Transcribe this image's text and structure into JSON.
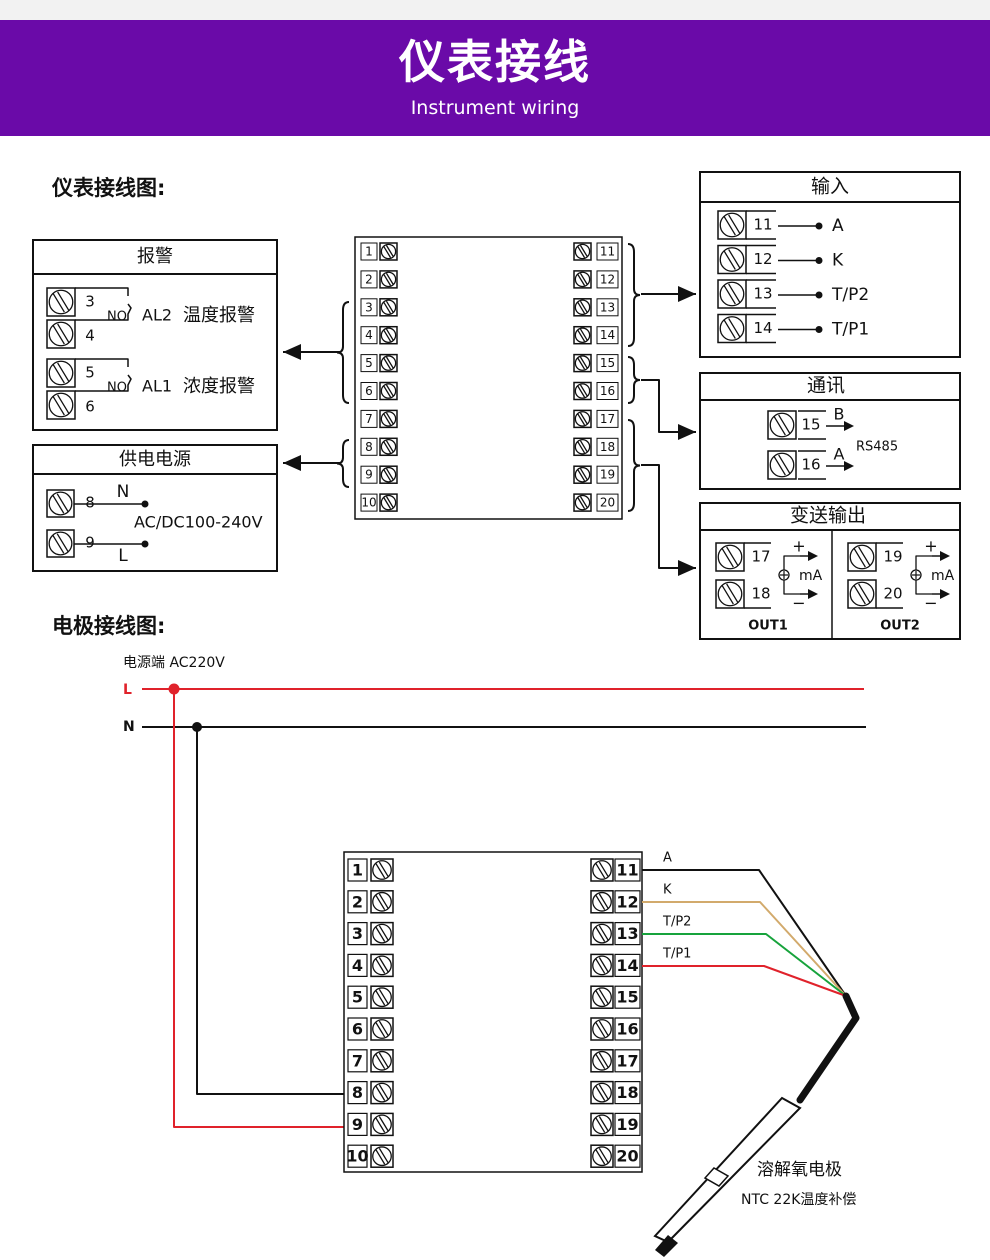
{
  "header": {
    "title": "仪表接线",
    "subtitle": "Instrument wiring"
  },
  "sections": {
    "wiring_title": "仪表接线图:",
    "electrode_title": "电极接线图:"
  },
  "terminal_block": {
    "left": [
      "1",
      "2",
      "3",
      "4",
      "5",
      "6",
      "7",
      "8",
      "9",
      "10"
    ],
    "right": [
      "11",
      "12",
      "13",
      "14",
      "15",
      "16",
      "17",
      "18",
      "19",
      "20"
    ]
  },
  "alarm_box": {
    "title": "报警",
    "rows": [
      {
        "terms": [
          "3",
          "4"
        ],
        "contact": "NO",
        "relay": "AL2",
        "desc": "温度报警"
      },
      {
        "terms": [
          "5",
          "6"
        ],
        "contact": "NO",
        "relay": "AL1",
        "desc": "浓度报警"
      }
    ]
  },
  "power_box": {
    "title": "供电电源",
    "terms": [
      "8",
      "9"
    ],
    "labels": [
      "N",
      "L"
    ],
    "voltage": "AC/DC100-240V"
  },
  "input_box": {
    "title": "输入",
    "rows": [
      {
        "term": "11",
        "label": "A"
      },
      {
        "term": "12",
        "label": "K"
      },
      {
        "term": "13",
        "label": "T/P2"
      },
      {
        "term": "14",
        "label": "T/P1"
      }
    ]
  },
  "comm_box": {
    "title": "通讯",
    "rows": [
      {
        "term": "15",
        "label": "B"
      },
      {
        "term": "16",
        "label": "A"
      }
    ],
    "protocol": "RS485"
  },
  "output_box": {
    "title": "变送输出",
    "channels": [
      {
        "terms": [
          "17",
          "18"
        ],
        "plus": "+",
        "minus": "−",
        "unit": "mA",
        "name": "OUT1"
      },
      {
        "terms": [
          "19",
          "20"
        ],
        "plus": "+",
        "minus": "−",
        "unit": "mA",
        "name": "OUT2"
      }
    ]
  },
  "electrode": {
    "supply_label": "电源端  AC220V",
    "line_L": "L",
    "line_N": "N",
    "wires": [
      {
        "term": "11",
        "label": "A",
        "color": "#111111"
      },
      {
        "term": "12",
        "label": "K",
        "color": "#d2aa6c"
      },
      {
        "term": "13",
        "label": "T/P2",
        "color": "#17a33c"
      },
      {
        "term": "14",
        "label": "T/P1",
        "color": "#e0222b"
      }
    ],
    "probe_name": "溶解氧电极",
    "probe_note": "NTC 22K温度补偿"
  },
  "colors": {
    "banner": "#6a0aa8",
    "live": "#e0222b",
    "neutral": "#111111"
  },
  "icons": [
    "screw-terminal-icon",
    "arrow-icon",
    "switch-contact-icon",
    "current-source-icon"
  ]
}
